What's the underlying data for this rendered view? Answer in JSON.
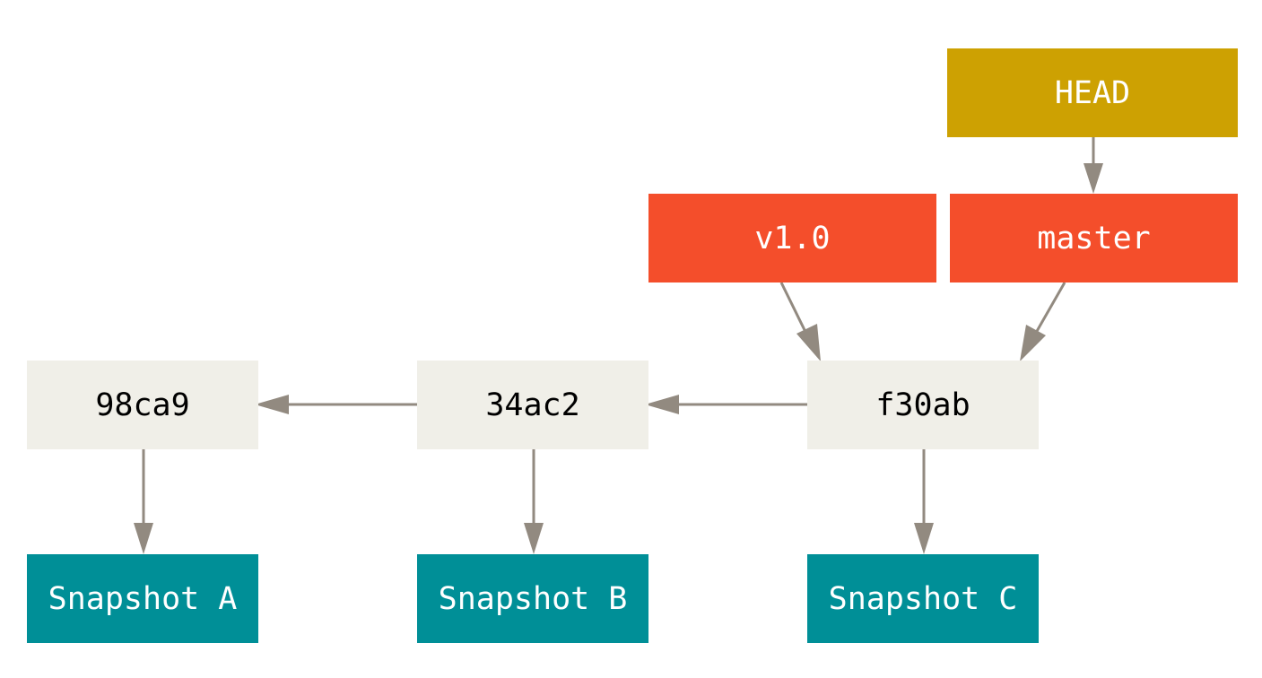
{
  "refs": {
    "head": "HEAD",
    "tag": "v1.0",
    "branch": "master"
  },
  "commits": [
    {
      "id": "98ca9",
      "snapshot": "Snapshot A"
    },
    {
      "id": "34ac2",
      "snapshot": "Snapshot B"
    },
    {
      "id": "f30ab",
      "snapshot": "Snapshot C"
    }
  ],
  "colors": {
    "commit_fill": "#f0efe8",
    "snapshot_fill": "#008f97",
    "branch_fill": "#f44e2b",
    "head_fill": "#cda102",
    "arrow": "#928a80"
  }
}
